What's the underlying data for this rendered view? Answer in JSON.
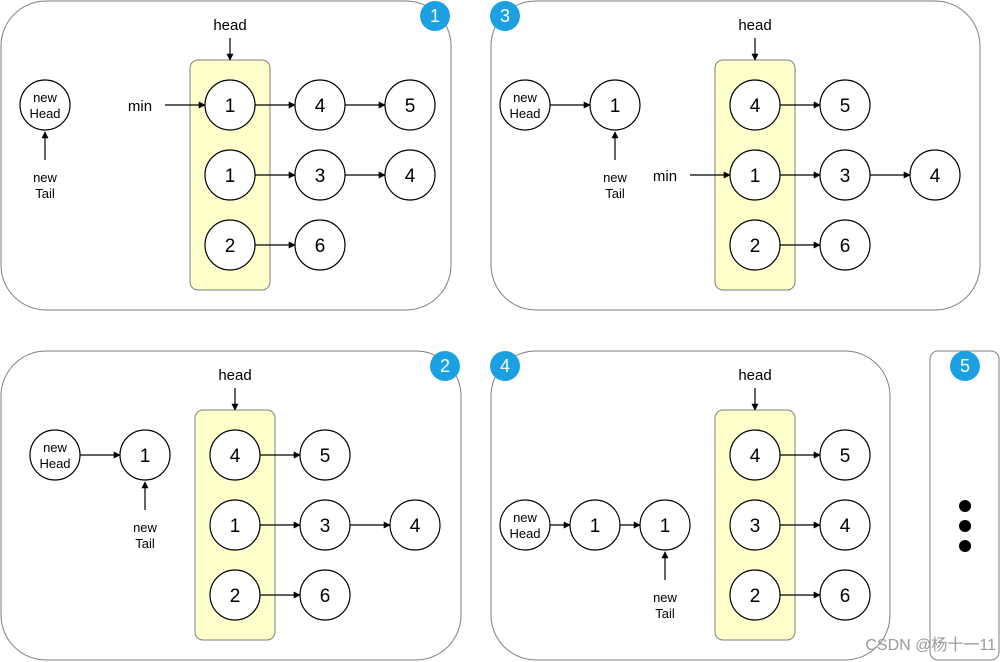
{
  "labels": {
    "head": "head",
    "min": "min",
    "new_head": [
      "new",
      "Head"
    ],
    "new_tail": [
      "new",
      "Tail"
    ]
  },
  "panels": [
    {
      "badge": "1",
      "rows": [
        [
          "1",
          "4",
          "5"
        ],
        [
          "1",
          "3",
          "4"
        ],
        [
          "2",
          "6"
        ]
      ],
      "prefix": [],
      "min_row": 0
    },
    {
      "badge": "3",
      "rows": [
        [
          "4",
          "5"
        ],
        [
          "1",
          "3",
          "4"
        ],
        [
          "2",
          "6"
        ]
      ],
      "prefix": [
        "1"
      ],
      "min_row": 1
    },
    {
      "badge": "2",
      "rows": [
        [
          "4",
          "5"
        ],
        [
          "1",
          "3",
          "4"
        ],
        [
          "2",
          "6"
        ]
      ],
      "prefix": [
        "1"
      ],
      "min_row": null
    },
    {
      "badge": "4",
      "rows": [
        [
          "4",
          "5"
        ],
        [
          "3",
          "4"
        ],
        [
          "2",
          "6"
        ]
      ],
      "prefix": [
        "1",
        "1"
      ],
      "min_row": null
    },
    {
      "badge": "5",
      "rows": [],
      "prefix": [],
      "min_row": null
    }
  ],
  "watermark": "CSDN @杨十一11",
  "colors": {
    "badge": "#1ba1e2",
    "highlight": "#ffffcc",
    "panel_border": "#7f7f7f"
  }
}
